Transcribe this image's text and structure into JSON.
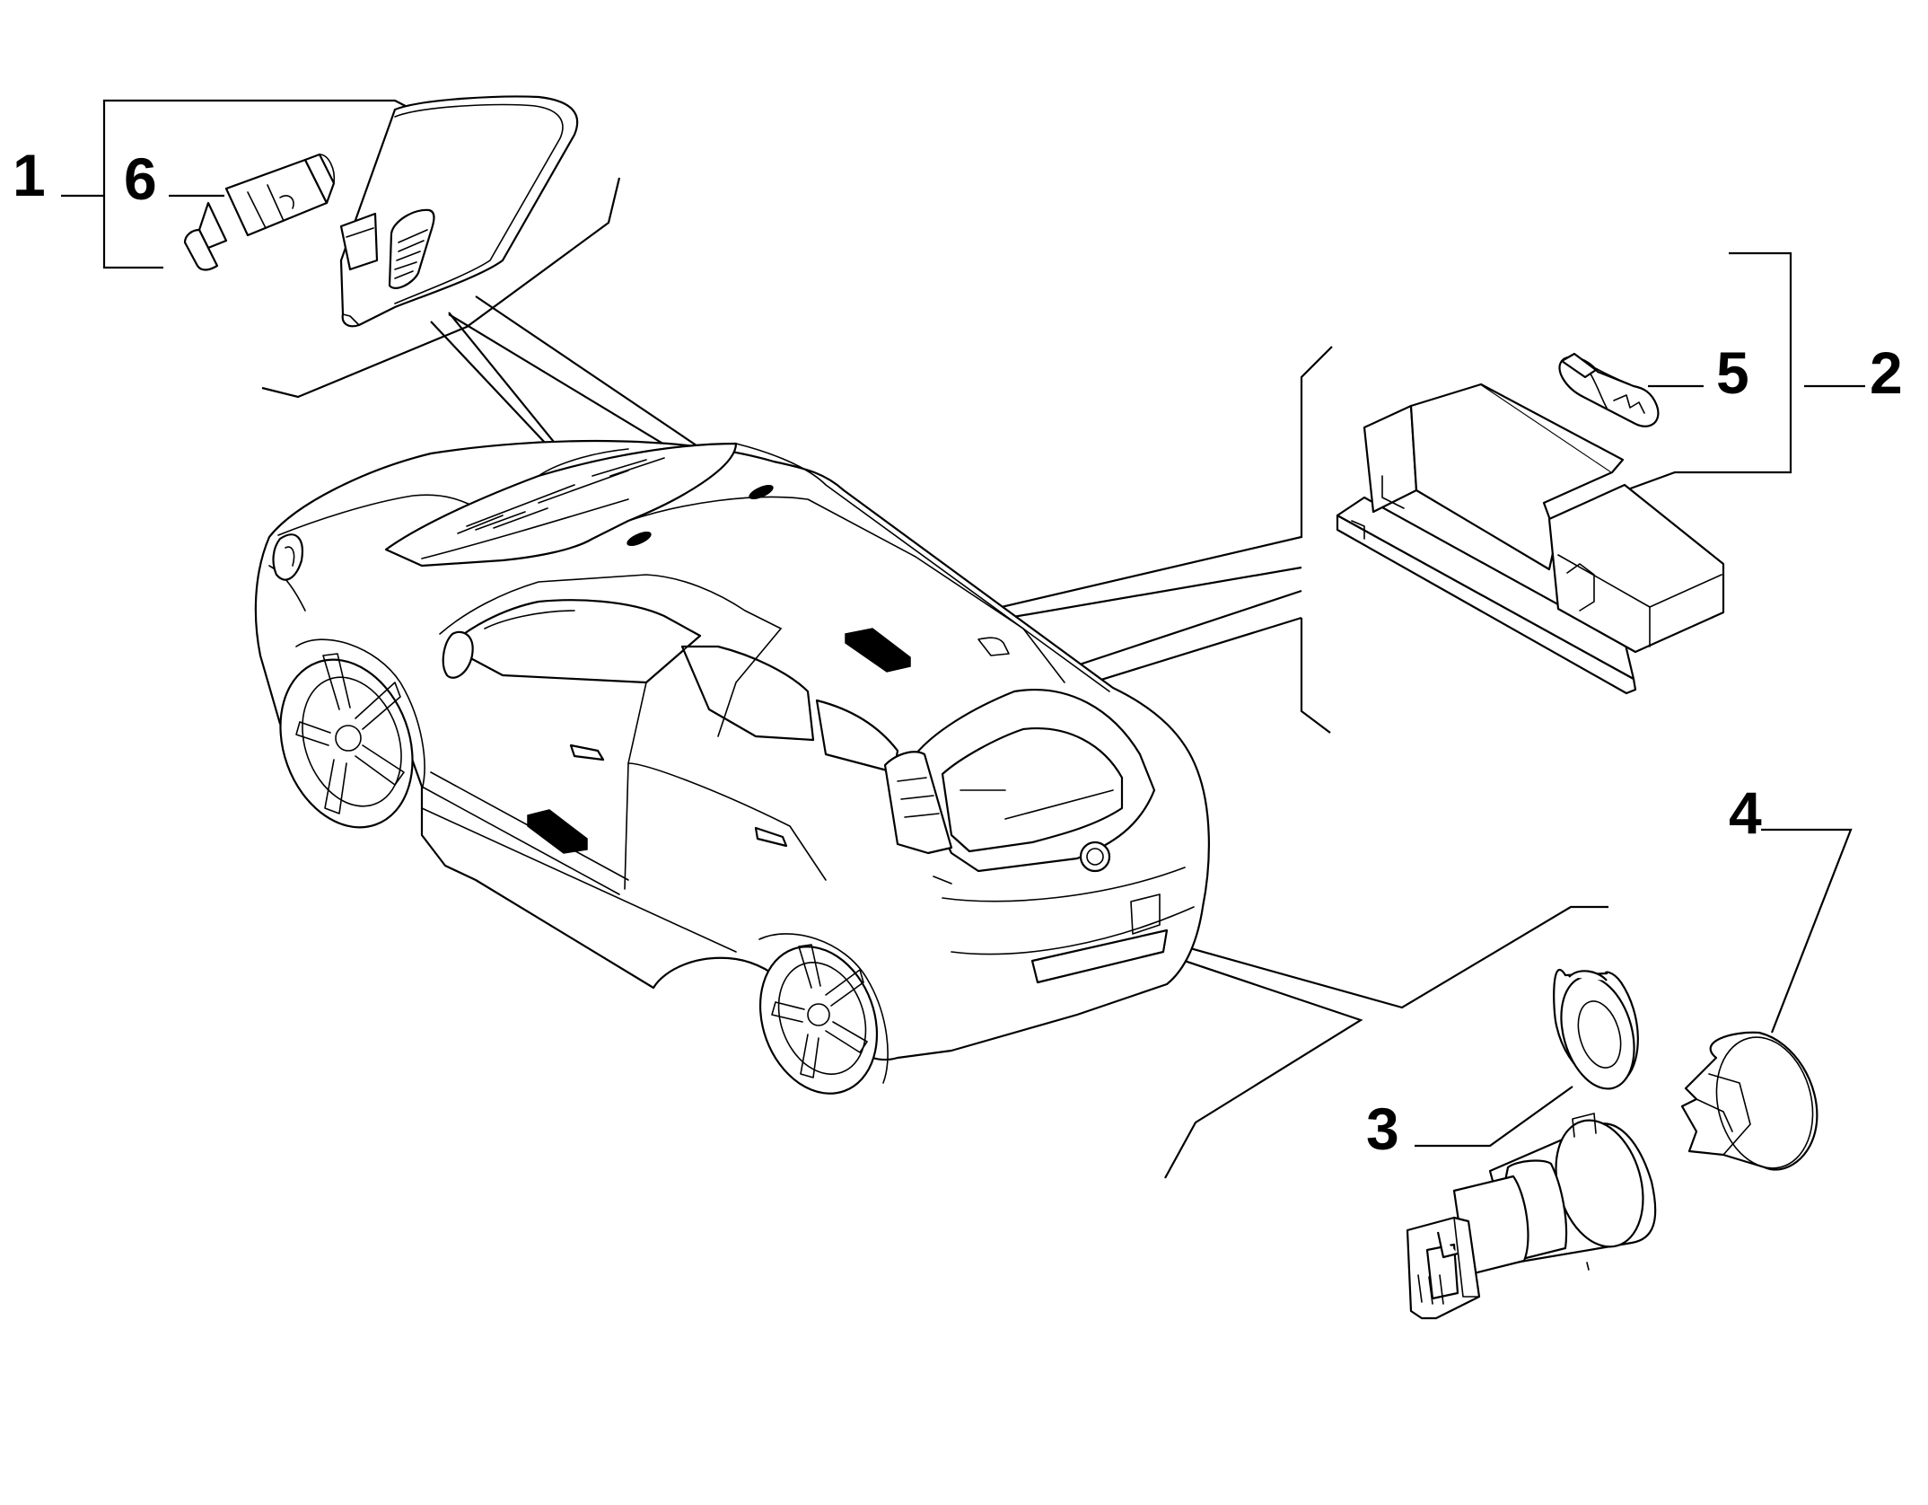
{
  "callouts": {
    "c1": "1",
    "c2": "2",
    "c3": "3",
    "c4": "4",
    "c5": "5",
    "c6": "6"
  },
  "parts": [
    {
      "id": "1",
      "icon": "front-courtesy-lamp"
    },
    {
      "id": "2",
      "icon": "luggage-compartment-lamp"
    },
    {
      "id": "3",
      "icon": "power-socket"
    },
    {
      "id": "4",
      "icon": "socket-cap"
    },
    {
      "id": "5",
      "icon": "wedge-bulb"
    },
    {
      "id": "6",
      "icon": "festoon-bulb"
    }
  ],
  "colors": {
    "line": "#000000",
    "background": "#ffffff"
  }
}
